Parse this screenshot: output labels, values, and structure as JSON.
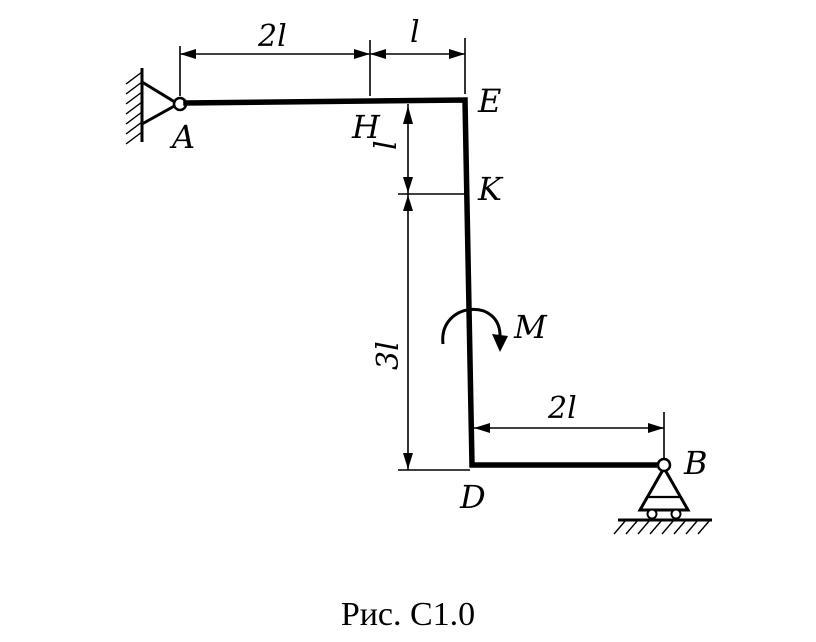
{
  "points": {
    "a": "A",
    "h": "H",
    "e": "E",
    "k": "K",
    "d": "D",
    "b": "B"
  },
  "dimensions": {
    "ah": "2l",
    "he": "l",
    "ek": "l",
    "kd": "3l",
    "db": "2l"
  },
  "moment": {
    "label": "M"
  },
  "caption": "Рис. С1.0"
}
